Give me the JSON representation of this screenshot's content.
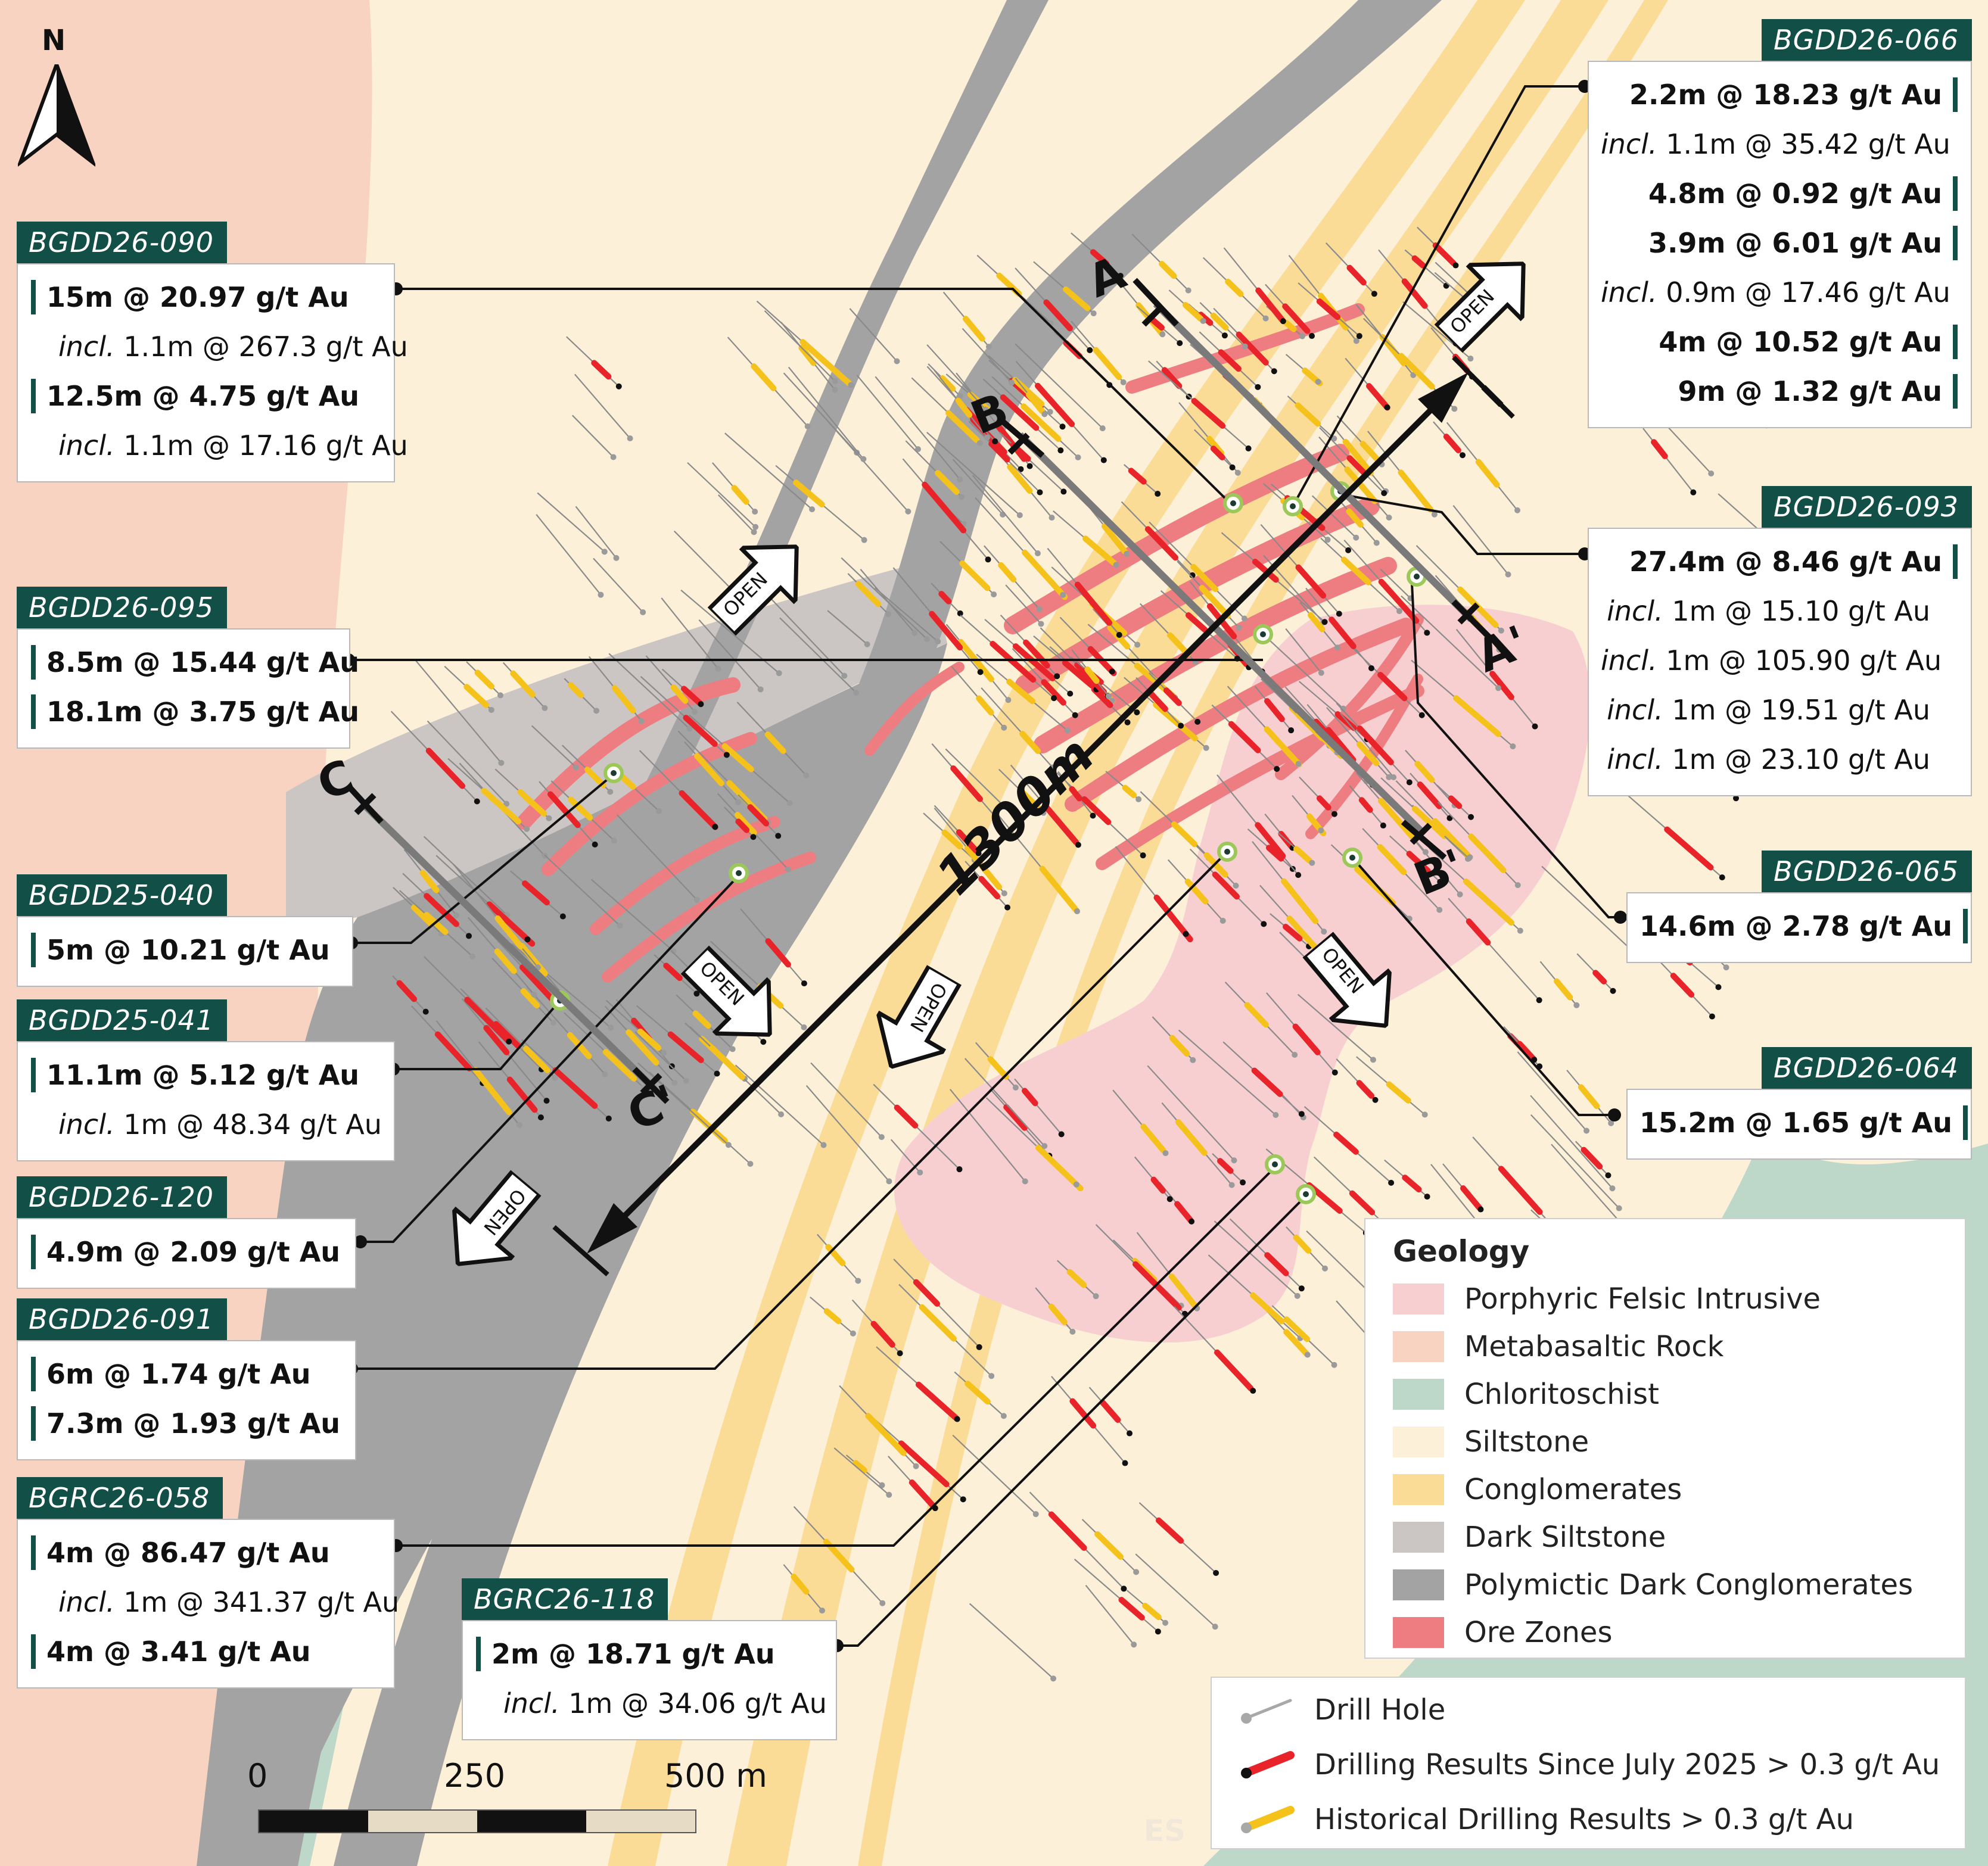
{
  "north_label": "N",
  "section_labels": {
    "a": "A",
    "a_prime": "A'",
    "b": "B",
    "b_prime": "B'",
    "c": "C",
    "c_prime": "C'"
  },
  "length_label": "1300m",
  "open_label": "OPEN",
  "scale_bar": {
    "ticks": [
      "0",
      "250",
      "500 m"
    ]
  },
  "watermark": "ES",
  "callouts": [
    {
      "id": "BGDD26-090",
      "side": "left",
      "lines": [
        {
          "text": "15m @ 20.97 g/t Au",
          "bold": true
        },
        {
          "prefix": "incl.",
          "text": "1.1m @ 267.3 g/t Au",
          "bold": false
        },
        {
          "text": "12.5m @ 4.75 g/t Au",
          "bold": true
        },
        {
          "prefix": "incl.",
          "text": "1.1m @ 17.16 g/t Au",
          "bold": false
        }
      ]
    },
    {
      "id": "BGDD26-095",
      "side": "left",
      "lines": [
        {
          "text": "8.5m @ 15.44 g/t Au",
          "bold": true
        },
        {
          "text": "18.1m @ 3.75 g/t Au",
          "bold": true
        }
      ]
    },
    {
      "id": "BGDD25-040",
      "side": "left",
      "lines": [
        {
          "text": "5m @ 10.21 g/t Au",
          "bold": true
        }
      ]
    },
    {
      "id": "BGDD25-041",
      "side": "left",
      "lines": [
        {
          "text": "11.1m @ 5.12 g/t Au",
          "bold": true
        },
        {
          "prefix": "incl.",
          "text": "1m @ 48.34 g/t Au",
          "bold": false
        }
      ]
    },
    {
      "id": "BGDD26-120",
      "side": "left",
      "lines": [
        {
          "text": "4.9m @ 2.09 g/t Au",
          "bold": true
        }
      ]
    },
    {
      "id": "BGDD26-091",
      "side": "left",
      "lines": [
        {
          "text": "6m @ 1.74 g/t Au",
          "bold": true
        },
        {
          "text": "7.3m @ 1.93 g/t Au",
          "bold": true
        }
      ]
    },
    {
      "id": "BGRC26-058",
      "side": "left",
      "lines": [
        {
          "text": "4m @ 86.47 g/t Au",
          "bold": true
        },
        {
          "prefix": "incl.",
          "text": "1m @ 341.37 g/t Au",
          "bold": false
        },
        {
          "text": "4m @ 3.41 g/t Au",
          "bold": true
        }
      ]
    },
    {
      "id": "BGRC26-118",
      "side": "left",
      "lines": [
        {
          "text": "2m @ 18.71 g/t Au",
          "bold": true
        },
        {
          "prefix": "incl.",
          "text": "1m @ 34.06 g/t Au",
          "bold": false
        }
      ]
    },
    {
      "id": "BGDD26-066",
      "side": "right",
      "lines": [
        {
          "text": "2.2m @ 18.23 g/t Au",
          "bold": true
        },
        {
          "prefix": "incl.",
          "text": "1.1m @ 35.42 g/t Au",
          "bold": false
        },
        {
          "text": "4.8m @ 0.92 g/t Au",
          "bold": true
        },
        {
          "text": "3.9m @ 6.01 g/t Au",
          "bold": true
        },
        {
          "prefix": "incl.",
          "text": "0.9m @ 17.46 g/t Au",
          "bold": false
        },
        {
          "text": "4m @ 10.52 g/t Au",
          "bold": true
        },
        {
          "text": "9m @ 1.32 g/t Au",
          "bold": true
        }
      ]
    },
    {
      "id": "BGDD26-093",
      "side": "right",
      "lines": [
        {
          "text": "27.4m @ 8.46 g/t Au",
          "bold": true
        },
        {
          "prefix": "incl.",
          "text": "1m @ 15.10 g/t Au",
          "bold": false
        },
        {
          "prefix": "incl.",
          "text": "1m @ 105.90 g/t Au",
          "bold": false
        },
        {
          "prefix": "incl.",
          "text": "1m @ 19.51 g/t Au",
          "bold": false
        },
        {
          "prefix": "incl.",
          "text": "1m @ 23.10 g/t Au",
          "bold": false
        }
      ]
    },
    {
      "id": "BGDD26-065",
      "side": "right",
      "lines": [
        {
          "text": "14.6m @ 2.78 g/t Au",
          "bold": true
        }
      ]
    },
    {
      "id": "BGDD26-064",
      "side": "right",
      "lines": [
        {
          "text": "15.2m @ 1.65 g/t Au",
          "bold": true
        }
      ]
    }
  ],
  "geology_legend": {
    "title": "Geology",
    "items": [
      {
        "label": "Porphyric Felsic Intrusive",
        "color": "#f7cfd1"
      },
      {
        "label": "Metabasaltic Rock",
        "color": "#f8d3c2"
      },
      {
        "label": "Chloritoschist",
        "color": "#bdd8c8"
      },
      {
        "label": "Siltstone",
        "color": "#fdf0d9"
      },
      {
        "label": "Conglomerates",
        "color": "#fbdc96"
      },
      {
        "label": "Dark Siltstone",
        "color": "#cbc6c4"
      },
      {
        "label": "Polymictic Dark Conglomerates",
        "color": "#a3a3a3"
      },
      {
        "label": "Ore Zones",
        "color": "#ee7d82"
      }
    ]
  },
  "drill_legend": {
    "items": [
      {
        "label": "Drill Hole",
        "icon": "grey-drill-hole-icon",
        "color": "#a8a8a8"
      },
      {
        "label": "Drilling Results Since July 2025 > 0.3 g/t Au",
        "icon": "red-intercept-icon",
        "color": "#e8232a"
      },
      {
        "label": "Historical Drilling Results > 0.3 g/t Au",
        "icon": "yellow-intercept-icon",
        "color": "#f5c21b"
      }
    ]
  },
  "colors": {
    "metabasalt": "#f8d3c2",
    "siltstone": "#fdf0d9",
    "conglomerate": "#fbdc96",
    "dark_siltstone": "#cbc6c4",
    "dark_conglomerate": "#a3a3a3",
    "intrusive": "#f7cfd1",
    "chloritoschist": "#bdd8c8",
    "ore": "#ee7d82",
    "tag": "#124f46",
    "new_result": "#e8232a",
    "historical_result": "#f5c21b"
  }
}
